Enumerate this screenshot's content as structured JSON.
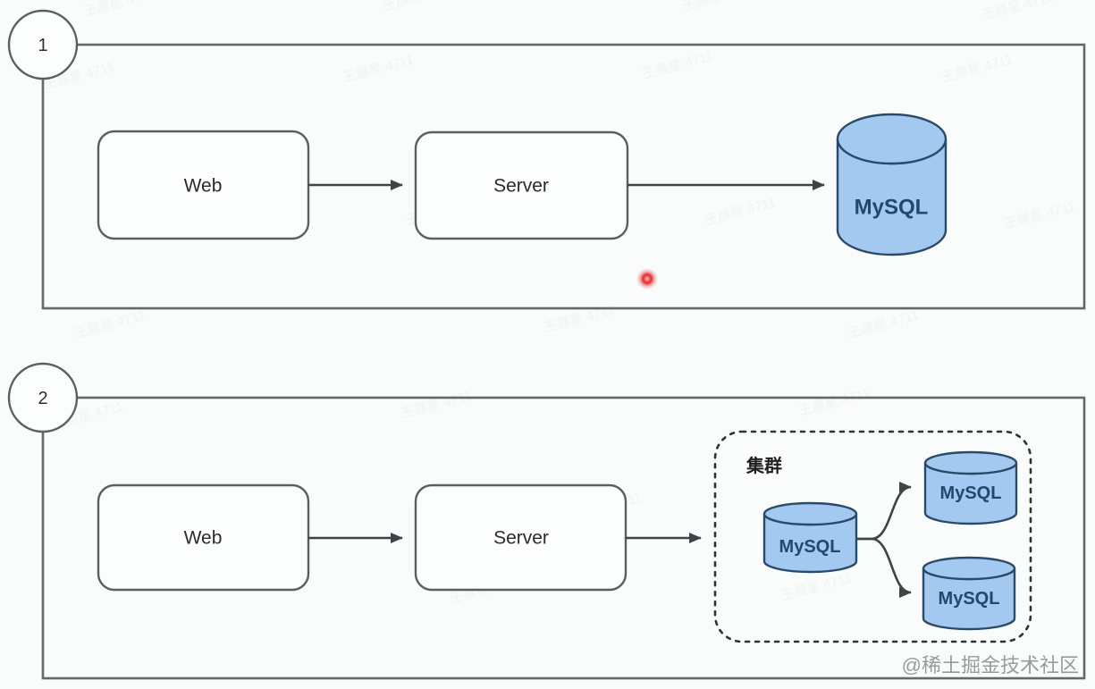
{
  "watermark": {
    "text": "王晨星 4711",
    "brand": "@稀土掘金技术社区"
  },
  "colors": {
    "db_fill": "#a3c9f0",
    "db_stroke": "#2b4a68",
    "db_text": "#24476b",
    "red_dot": "#e42b2b",
    "arrow": "#3f4347"
  },
  "section1": {
    "number": "1",
    "web_label": "Web",
    "server_label": "Server",
    "mysql_label": "MySQL"
  },
  "section2": {
    "number": "2",
    "web_label": "Web",
    "server_label": "Server",
    "cluster_label": "集群",
    "mysql_primary_label": "MySQL",
    "mysql_replica_top_label": "MySQL",
    "mysql_replica_bottom_label": "MySQL"
  }
}
